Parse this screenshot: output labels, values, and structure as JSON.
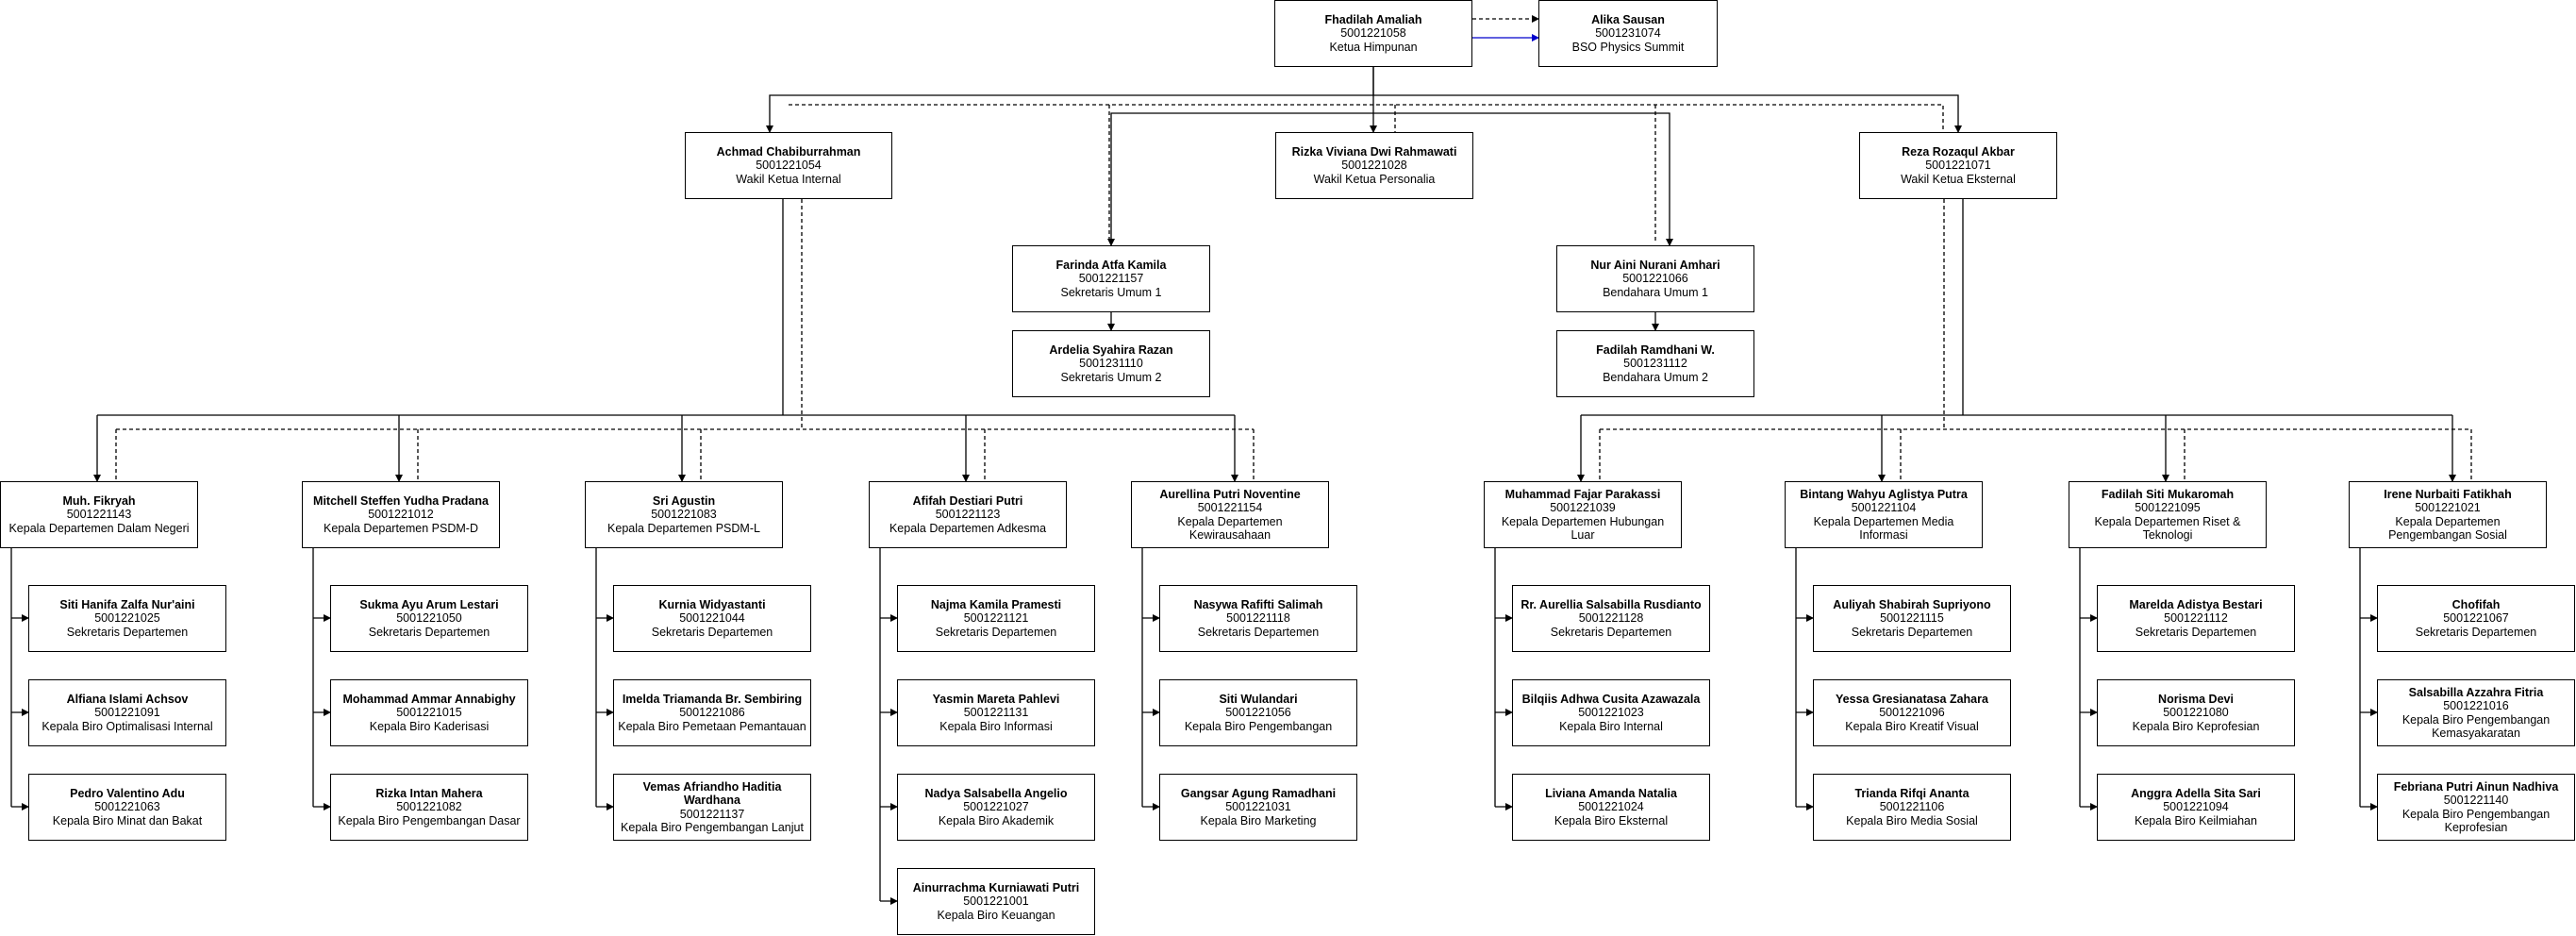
{
  "diagram": {
    "colors": {
      "line": "#000000",
      "accent_link": "#0000cc"
    },
    "top": [
      {
        "name": "Fhadilah Amaliah",
        "id": "5001221058",
        "role": "Ketua Himpunan"
      },
      {
        "name": "Alika Sausan",
        "id": "5001231074",
        "role": "BSO Physics Summit"
      }
    ],
    "vice": [
      {
        "name": "Achmad Chabiburrahman",
        "id": "5001221054",
        "role": "Wakil Ketua Internal"
      },
      {
        "name": "Rizka Viviana Dwi Rahmawati",
        "id": "5001221028",
        "role": "Wakil Ketua Personalia"
      },
      {
        "name": "Reza Rozaqul Akbar",
        "id": "5001221071",
        "role": "Wakil Ketua Eksternal"
      }
    ],
    "general": [
      {
        "name": "Farinda Atfa Kamila",
        "id": "5001221157",
        "role": "Sekretaris Umum 1"
      },
      {
        "name": "Ardelia Syahira Razan",
        "id": "5001231110",
        "role": "Sekretaris Umum 2"
      },
      {
        "name": "Nur Aini Nurani Amhari",
        "id": "5001221066",
        "role": "Bendahara Umum 1"
      },
      {
        "name": "Fadilah Ramdhani W.",
        "id": "5001231112",
        "role": "Bendahara Umum 2"
      }
    ],
    "departments": [
      {
        "head": {
          "name": "Muh. Fikryah",
          "id": "5001221143",
          "role": "Kepala Departemen Dalam Negeri"
        },
        "members": [
          {
            "name": "Siti Hanifa Zalfa Nur'aini",
            "id": "5001221025",
            "role": "Sekretaris Departemen"
          },
          {
            "name": "Alfiana Islami Achsov",
            "id": "5001221091",
            "role": "Kepala Biro Optimalisasi Internal"
          },
          {
            "name": "Pedro Valentino Adu",
            "id": "5001221063",
            "role": "Kepala Biro Minat dan Bakat"
          }
        ]
      },
      {
        "head": {
          "name": "Mitchell Steffen Yudha Pradana",
          "id": "5001221012",
          "role": "Kepala Departemen PSDM-D"
        },
        "members": [
          {
            "name": "Sukma Ayu Arum Lestari",
            "id": "5001221050",
            "role": "Sekretaris Departemen"
          },
          {
            "name": "Mohammad Ammar Annabighy",
            "id": "5001221015",
            "role": "Kepala Biro Kaderisasi"
          },
          {
            "name": "Rizka Intan Mahera",
            "id": "5001221082",
            "role": "Kepala Biro Pengembangan Dasar"
          }
        ]
      },
      {
        "head": {
          "name": "Sri Agustin",
          "id": "5001221083",
          "role": "Kepala Departemen PSDM-L"
        },
        "members": [
          {
            "name": "Kurnia Widyastanti",
            "id": "5001221044",
            "role": "Sekretaris Departemen"
          },
          {
            "name": "Imelda Triamanda Br. Sembiring",
            "id": "5001221086",
            "role": "Kepala Biro Pemetaan Pemantauan"
          },
          {
            "name": "Vemas Afriandho Haditia Wardhana",
            "id": "5001221137",
            "role": "Kepala Biro Pengembangan Lanjut"
          }
        ]
      },
      {
        "head": {
          "name": "Afifah Destiari Putri",
          "id": "5001221123",
          "role": "Kepala Departemen Adkesma"
        },
        "members": [
          {
            "name": "Najma Kamila Pramesti",
            "id": "5001221121",
            "role": "Sekretaris Departemen"
          },
          {
            "name": "Yasmin Mareta Pahlevi",
            "id": "5001221131",
            "role": "Kepala Biro Informasi"
          },
          {
            "name": "Nadya Salsabella Angelio",
            "id": "5001221027",
            "role": "Kepala Biro Akademik"
          },
          {
            "name": "Ainurrachma Kurniawati Putri",
            "id": "5001221001",
            "role": "Kepala Biro Keuangan"
          }
        ]
      },
      {
        "head": {
          "name": "Aurellina Putri Noventine",
          "id": "5001221154",
          "role": "Kepala Departemen Kewirausahaan"
        },
        "members": [
          {
            "name": "Nasywa Rafifti Salimah",
            "id": "5001221118",
            "role": "Sekretaris Departemen"
          },
          {
            "name": "Siti Wulandari",
            "id": "5001221056",
            "role": "Kepala Biro Pengembangan"
          },
          {
            "name": "Gangsar Agung Ramadhani",
            "id": "5001221031",
            "role": "Kepala Biro Marketing"
          }
        ]
      },
      {
        "head": {
          "name": "Muhammad Fajar Parakassi",
          "id": "5001221039",
          "role": "Kepala Departemen Hubungan Luar"
        },
        "members": [
          {
            "name": "Rr. Aurellia Salsabilla Rusdianto",
            "id": "5001221128",
            "role": "Sekretaris Departemen"
          },
          {
            "name": "Bilqiis Adhwa Cusita Azawazala",
            "id": "5001221023",
            "role": "Kepala Biro Internal"
          },
          {
            "name": "Liviana Amanda Natalia",
            "id": "5001221024",
            "role": "Kepala Biro Eksternal"
          }
        ]
      },
      {
        "head": {
          "name": "Bintang Wahyu Aglistya Putra",
          "id": "5001221104",
          "role": "Kepala Departemen Media Informasi"
        },
        "members": [
          {
            "name": "Auliyah Shabirah Supriyono",
            "id": "5001221115",
            "role": "Sekretaris Departemen"
          },
          {
            "name": "Yessa Gresianatasa Zahara",
            "id": "5001221096",
            "role": "Kepala Biro Kreatif Visual"
          },
          {
            "name": "Trianda Rifqi Ananta",
            "id": "5001221106",
            "role": "Kepala Biro Media Sosial"
          }
        ]
      },
      {
        "head": {
          "name": "Fadilah Siti Mukaromah",
          "id": "5001221095",
          "role": "Kepala Departemen Riset & Teknologi"
        },
        "members": [
          {
            "name": "Marelda Adistya Bestari",
            "id": "5001221112",
            "role": "Sekretaris Departemen"
          },
          {
            "name": "Norisma Devi",
            "id": "5001221080",
            "role": "Kepala Biro Keprofesian"
          },
          {
            "name": "Anggra Adella Sita Sari",
            "id": "5001221094",
            "role": "Kepala Biro Keilmiahan"
          }
        ]
      },
      {
        "head": {
          "name": "Irene Nurbaiti Fatikhah",
          "id": "5001221021",
          "role": "Kepala Departemen Pengembangan Sosial"
        },
        "members": [
          {
            "name": "Chofifah",
            "id": "5001221067",
            "role": "Sekretaris Departemen"
          },
          {
            "name": "Salsabilla Azzahra Fitria",
            "id": "5001221016",
            "role": "Kepala Biro Pengembangan Kemasyakaratan"
          },
          {
            "name": "Febriana Putri Ainun Nadhiva",
            "id": "5001221140",
            "role": "Kepala Biro Pengembangan Keprofesian"
          }
        ]
      }
    ]
  }
}
